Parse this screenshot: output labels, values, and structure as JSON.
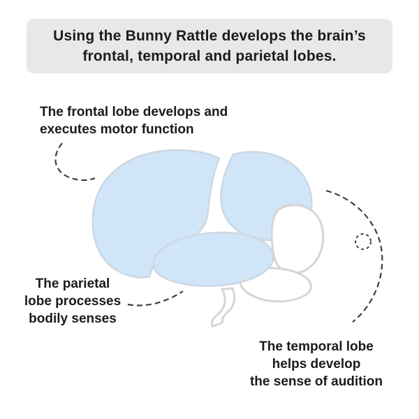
{
  "banner": {
    "lines": [
      "Using the Bunny Rattle develops the brain’s",
      "frontal, temporal and parietal lobes."
    ]
  },
  "labels": {
    "frontal": {
      "lines": [
        "The frontal lobe develops and",
        "executes motor function"
      ]
    },
    "parietal": {
      "lines": [
        "The parietal",
        "lobe processes",
        "bodily senses"
      ]
    },
    "temporal": {
      "lines": [
        "The temporal lobe",
        "helps develop",
        "the sense of audition"
      ]
    }
  },
  "diagram": {
    "parts": [
      "frontal-lobe",
      "parietal-lobe",
      "temporal-lobe",
      "occipital-lobe",
      "cerebellum",
      "brain-stem"
    ],
    "pointers": [
      "frontal-pointer",
      "parietal-pointer",
      "temporal-pointer",
      "temporal-pointer-circle"
    ]
  },
  "colors": {
    "lobe_blue": "#d0e5f8",
    "lobe_outline": "#ccd7e2",
    "white_part": "#ffffff",
    "white_outline": "#d6d6d6",
    "banner_bg": "#e8e8e8",
    "text": "#1b1b1b",
    "dash_line": "#3f3f3f"
  }
}
